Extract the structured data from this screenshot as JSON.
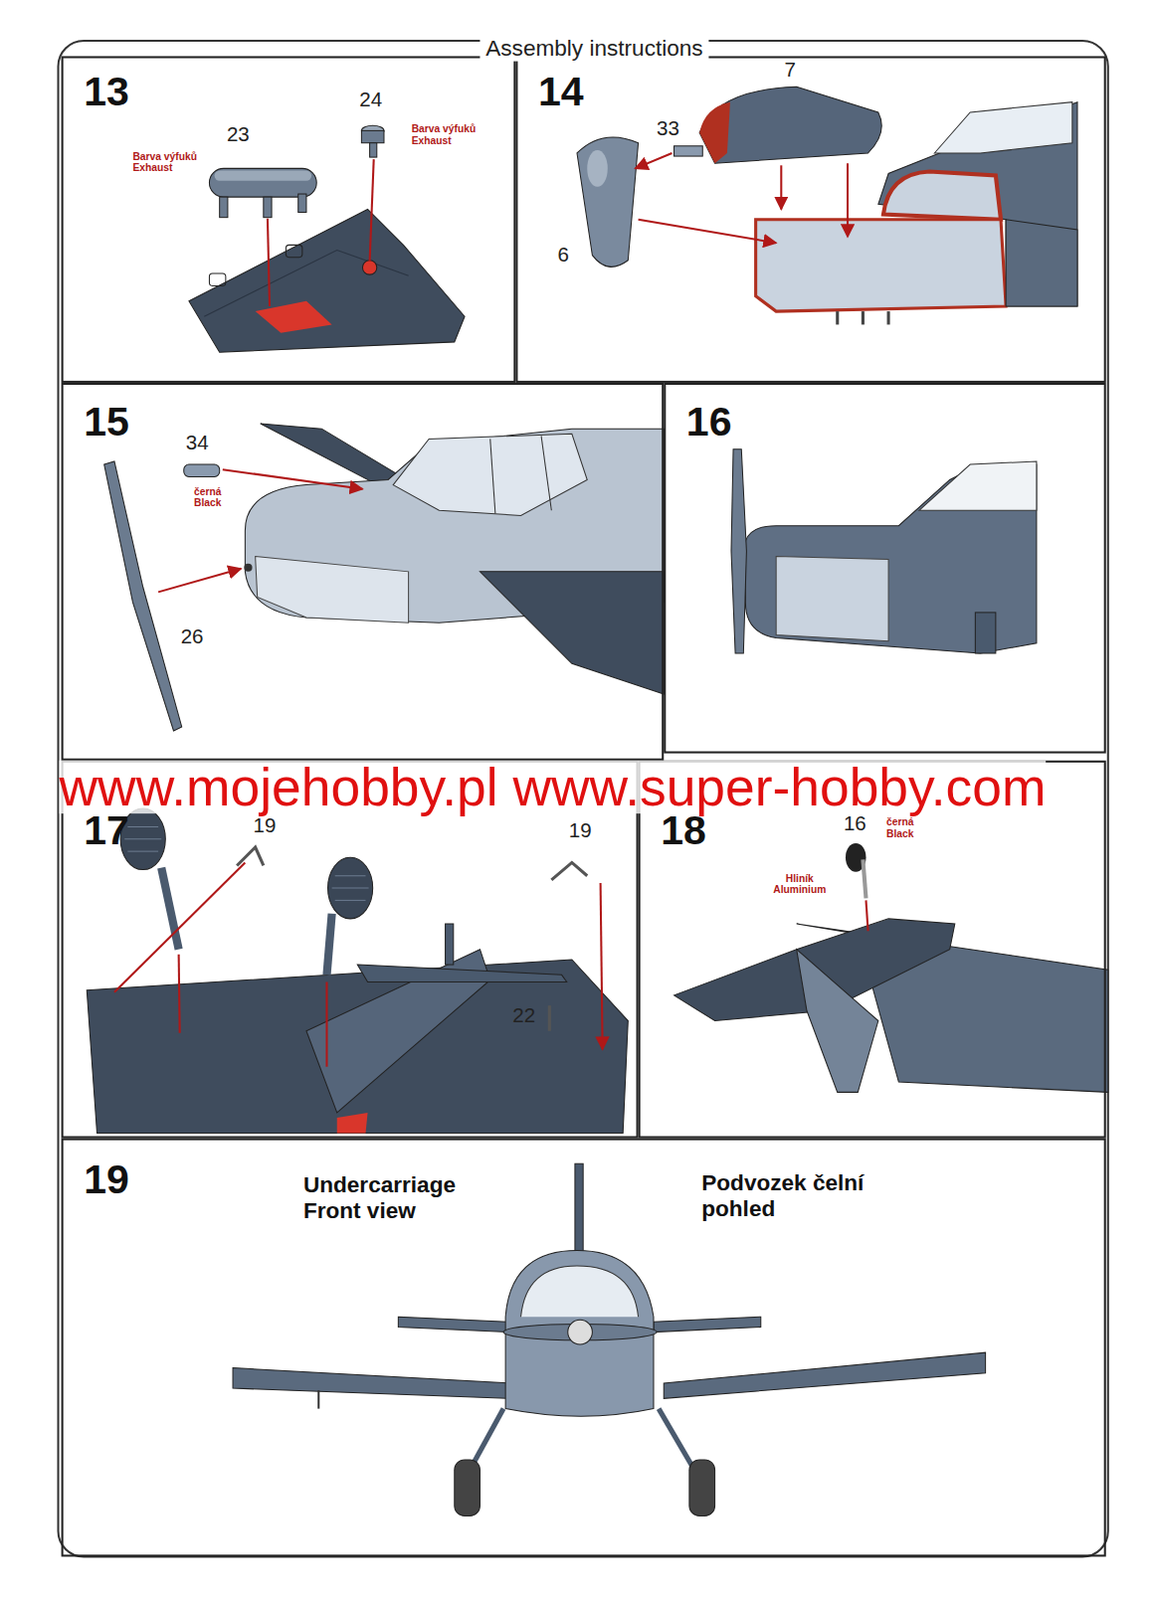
{
  "diagram": {
    "title": "Assembly instructions",
    "nodes": [
      {
        "text": [
          "13"
        ]
      },
      {
        "text": [
          "14"
        ]
      },
      {
        "text": [
          "15"
        ]
      },
      {
        "text": [
          "16"
        ]
      },
      {
        "text": [
          "17"
        ]
      },
      {
        "text": [
          "18"
        ]
      },
      {
        "text": [
          "19"
        ]
      }
    ],
    "labels": [
      "23",
      "Barva výfuků Exhaust",
      "24",
      "Barva výfuků Exhaust",
      "7",
      "33",
      "6",
      "34",
      "černá Black",
      "26",
      "19",
      "19",
      "22",
      "16",
      "černá Black",
      "Hliník Aluminium",
      "Undercarriage Front view",
      "Podvozek čelní pohled",
      "www.mojehobby.pl www.super-hobby.com"
    ]
  }
}
